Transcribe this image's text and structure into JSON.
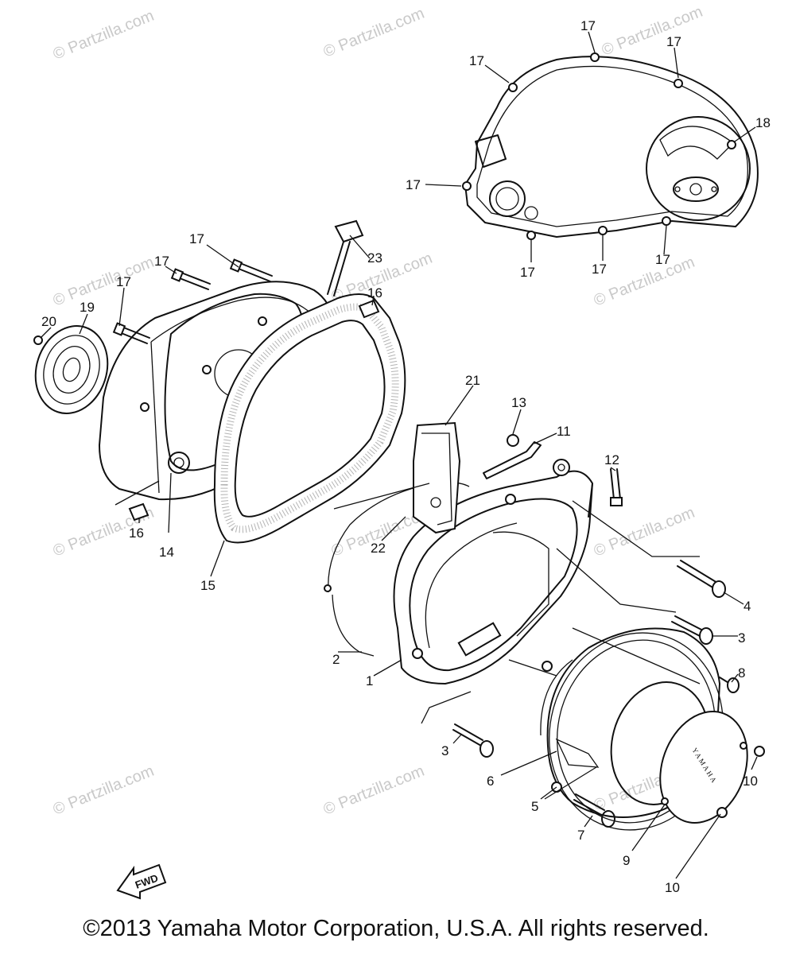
{
  "watermark": "© Partzilla.com",
  "fwd_label": "FWD",
  "brand_mark": "YAMAHA",
  "copyright": "©2013 Yamaha Motor Corporation, U.S.A. All rights reserved.",
  "callouts": {
    "c1": "1",
    "c2": "2",
    "c3a": "3",
    "c3b": "3",
    "c4": "4",
    "c5": "5",
    "c6": "6",
    "c7": "7",
    "c8": "8",
    "c9": "9",
    "c10a": "10",
    "c10b": "10",
    "c11": "11",
    "c12": "12",
    "c13": "13",
    "c14": "14",
    "c15": "15",
    "c16a": "16",
    "c16b": "16",
    "c17a": "17",
    "c17b": "17",
    "c17c": "17",
    "c17d": "17",
    "c17e": "17",
    "c17f": "17",
    "c17g": "17",
    "c17h": "17",
    "c17i": "17",
    "c17j": "17",
    "c18": "18",
    "c19": "19",
    "c20": "20",
    "c21": "21",
    "c22": "22",
    "c23": "23"
  }
}
